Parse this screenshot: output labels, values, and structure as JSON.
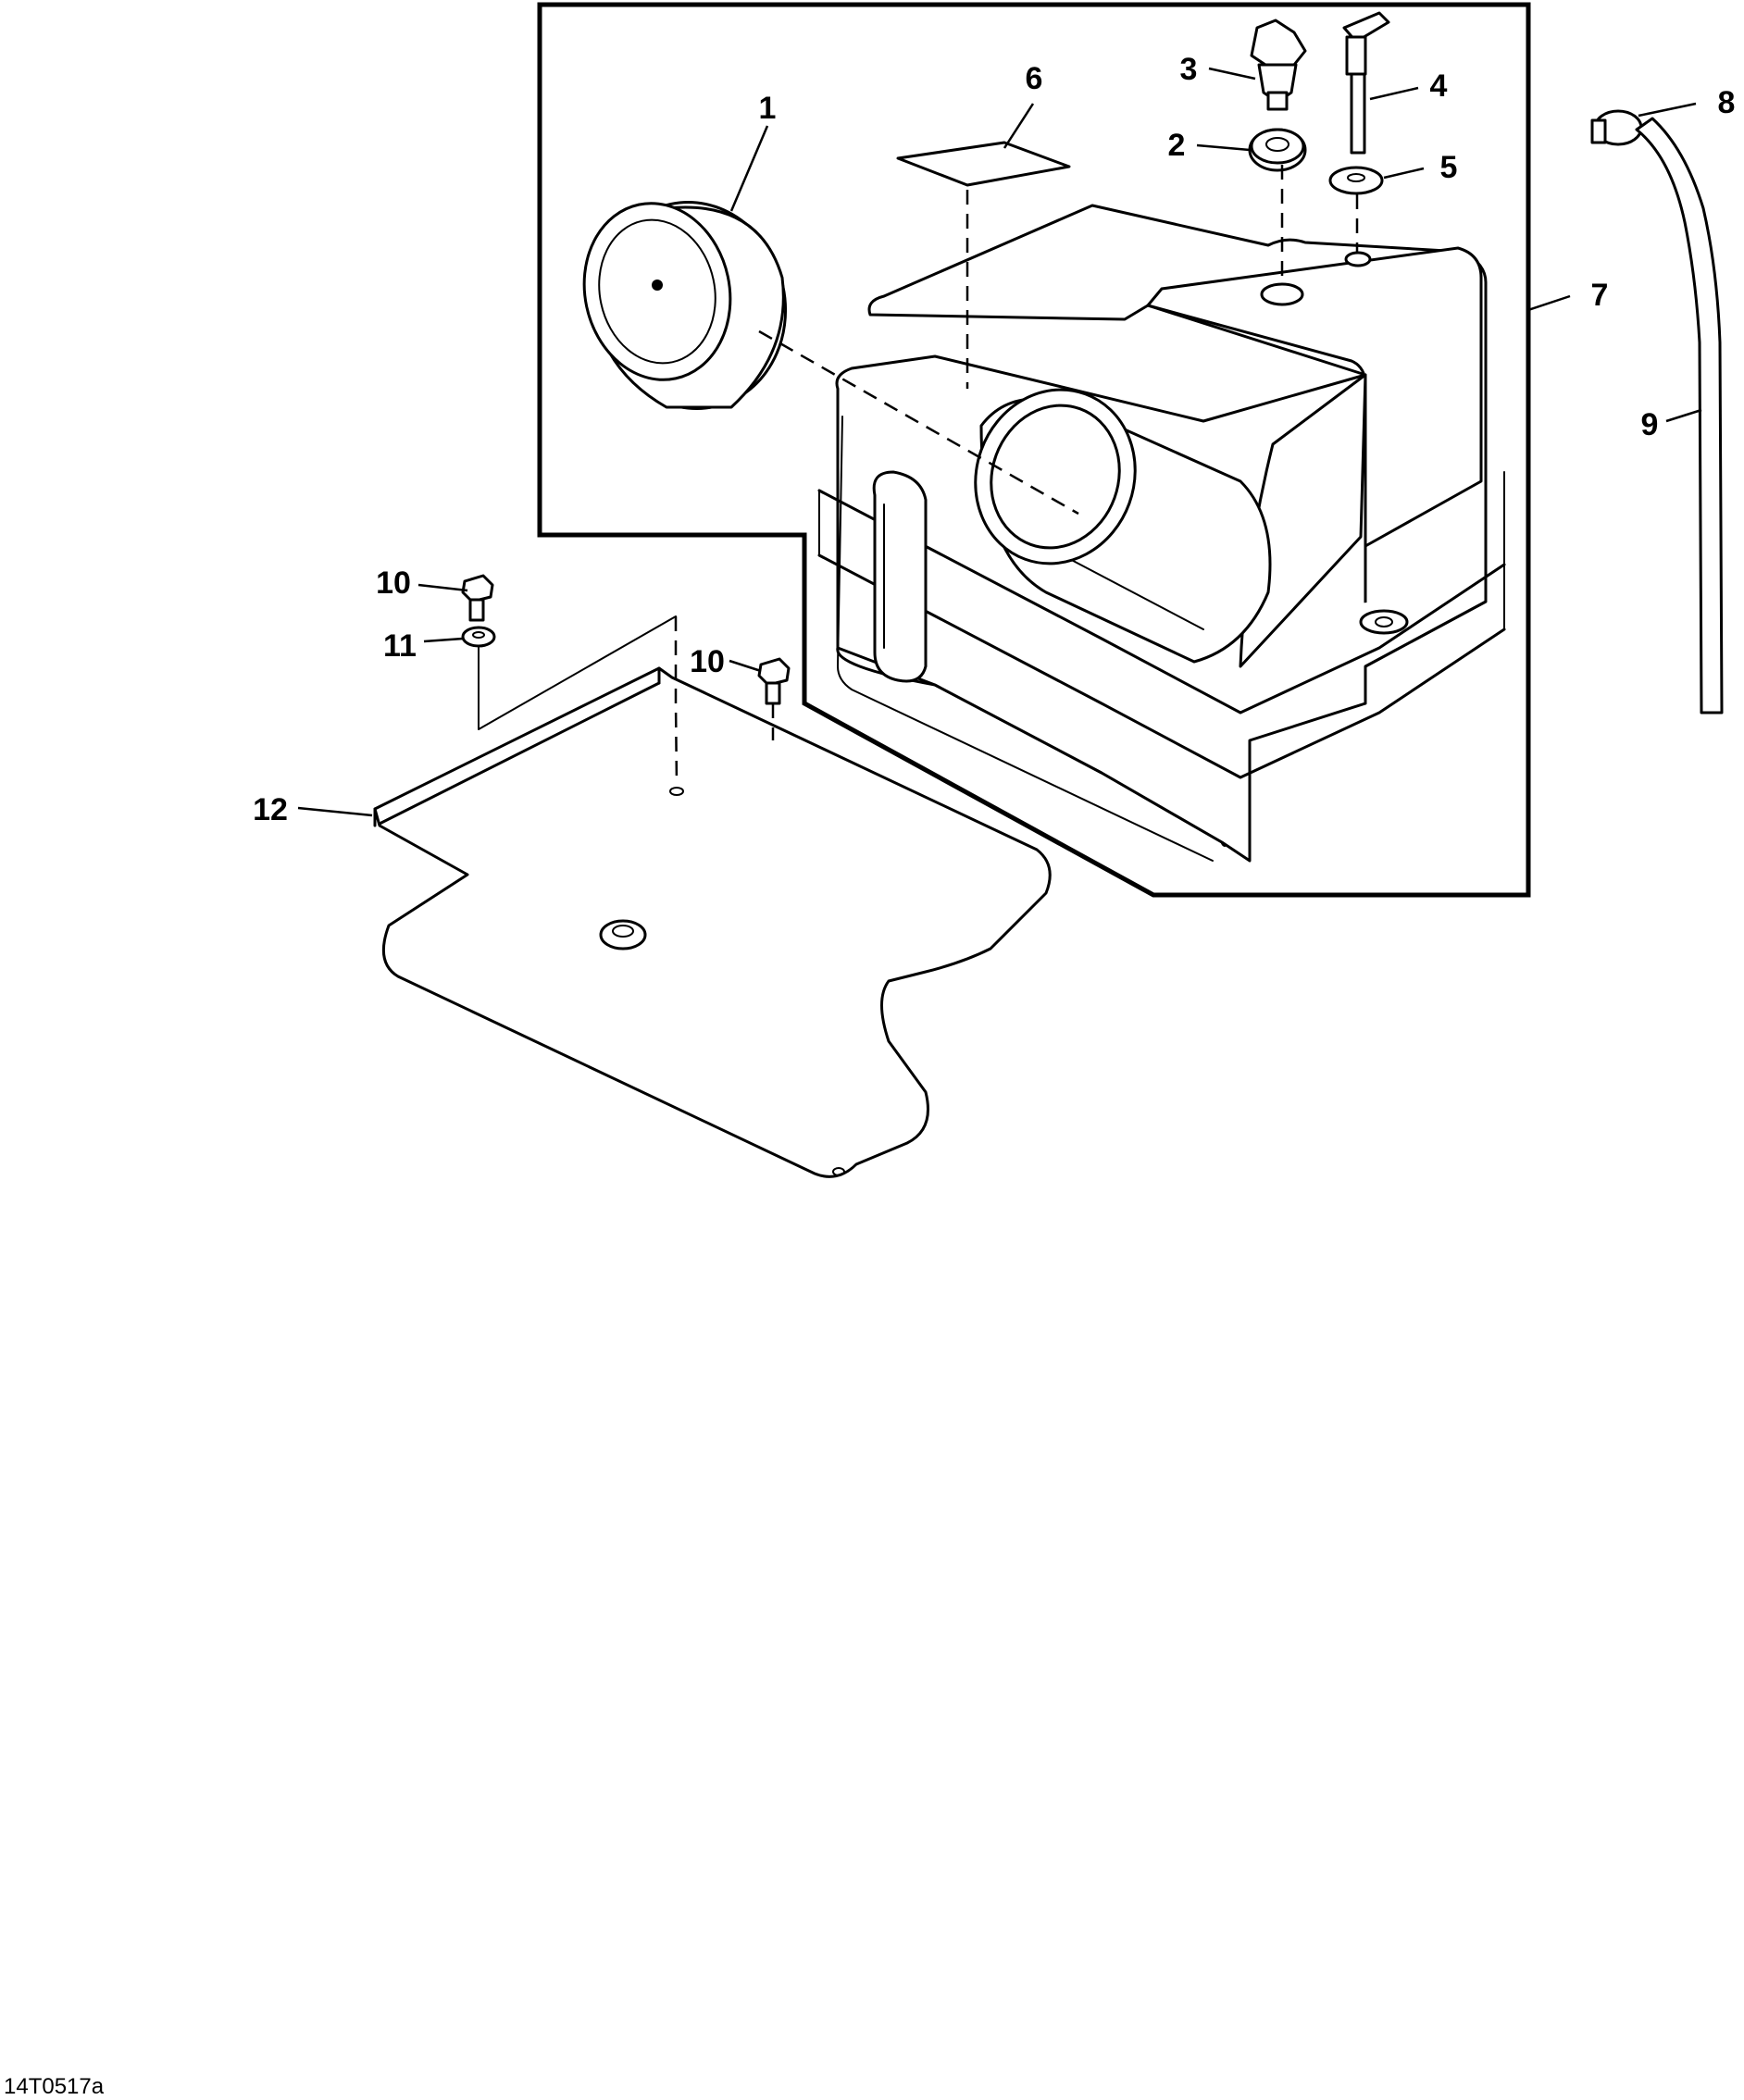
{
  "figure_id": "14T0517a",
  "callouts": [
    {
      "id": "1",
      "label": "1"
    },
    {
      "id": "2",
      "label": "2"
    },
    {
      "id": "3",
      "label": "3"
    },
    {
      "id": "4",
      "label": "4"
    },
    {
      "id": "5",
      "label": "5"
    },
    {
      "id": "6",
      "label": "6"
    },
    {
      "id": "7",
      "label": "7"
    },
    {
      "id": "8",
      "label": "8"
    },
    {
      "id": "9",
      "label": "9"
    },
    {
      "id": "10a",
      "label": "10"
    },
    {
      "id": "10b",
      "label": "10"
    },
    {
      "id": "11",
      "label": "11"
    },
    {
      "id": "12",
      "label": "12"
    }
  ]
}
